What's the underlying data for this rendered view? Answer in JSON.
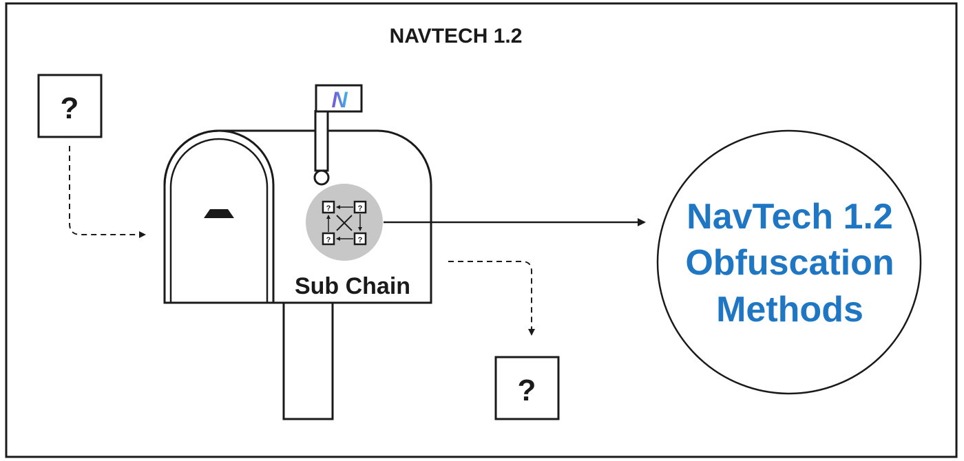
{
  "title": "NAVTECH 1.2",
  "input_box": {
    "symbol": "?"
  },
  "output_box": {
    "symbol": "?"
  },
  "flag": {
    "logo_letter": "N"
  },
  "sub_chain": {
    "label": "Sub Chain",
    "node_symbol": "?"
  },
  "result_circle": {
    "lines": [
      "NavTech 1.2",
      "Obfuscation",
      "Methods"
    ],
    "color": "#1f77c4"
  },
  "colors": {
    "stroke": "#1a1a1a",
    "sub_chain_fill": "#c7c7c7",
    "logo_gradient_start": "#7b4fd6",
    "logo_gradient_end": "#3fb6e8"
  }
}
